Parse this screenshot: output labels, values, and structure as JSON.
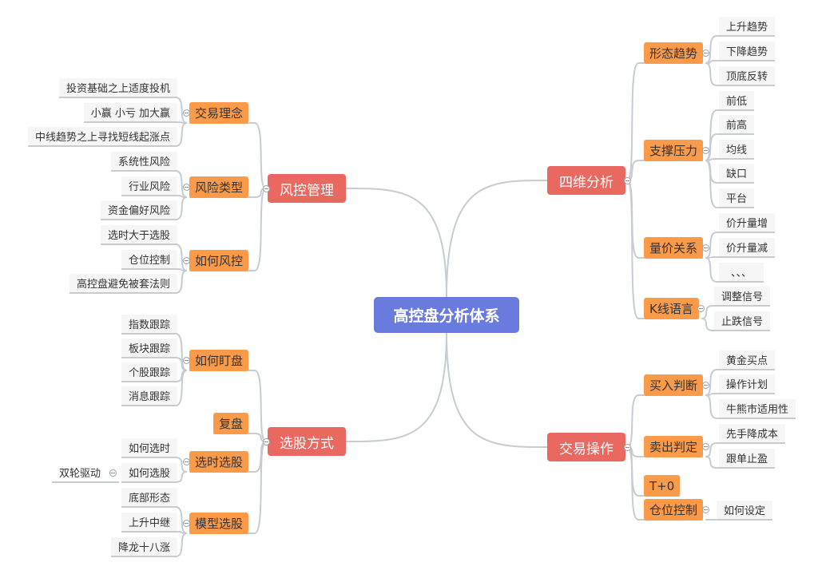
{
  "root": "高控盘分析体系",
  "colors": {
    "root": "#6a7be0",
    "main": "#e9685f",
    "sub": "#fb9a48",
    "line": "#c6ccd1"
  },
  "left": {
    "risk": {
      "label": "风控管理",
      "idea": {
        "label": "交易理念",
        "items": [
          "投资基础之上适度投机",
          "小赢 小亏 加大赢",
          "中线趋势之上寻找短线起涨点"
        ]
      },
      "types": {
        "label": "风险类型",
        "items": [
          "系统性风险",
          "行业风险",
          "资金偏好风险"
        ]
      },
      "how": {
        "label": "如何风控",
        "items": [
          "选时大于选股",
          "仓位控制",
          "高控盘避免被套法则"
        ]
      }
    },
    "pick": {
      "label": "选股方式",
      "watch": {
        "label": "如何盯盘",
        "items": [
          "指数跟踪",
          "板块跟踪",
          "个股跟踪",
          "消息跟踪"
        ]
      },
      "review": {
        "label": "复盘"
      },
      "timing": {
        "label": "选时选股",
        "items": [
          "如何选时",
          "如何选股"
        ],
        "sub": "双轮驱动"
      },
      "model": {
        "label": "模型选股",
        "items": [
          "底部形态",
          "上升中继",
          "降龙十八涨"
        ]
      }
    }
  },
  "right": {
    "analysis": {
      "label": "四维分析",
      "trend": {
        "label": "形态趋势",
        "items": [
          "上升趋势",
          "下降趋势",
          "顶底反转"
        ]
      },
      "support": {
        "label": "支撑压力",
        "items": [
          "前低",
          "前高",
          "均线",
          "缺口",
          "平台"
        ]
      },
      "volume": {
        "label": "量价关系",
        "items": [
          "价升量增",
          "价升量减",
          "、、、"
        ]
      },
      "kline": {
        "label": "K线语言",
        "items": [
          "调整信号",
          "止跌信号"
        ]
      }
    },
    "trade": {
      "label": "交易操作",
      "buy": {
        "label": "买入判断",
        "items": [
          "黄金买点",
          "操作计划",
          "牛熊市适用性"
        ]
      },
      "sell": {
        "label": "卖出判定",
        "items": [
          "先手降成本",
          "跟单止盈"
        ]
      },
      "t0": {
        "label": "T+0"
      },
      "position": {
        "label": "仓位控制",
        "items": [
          "如何设定"
        ]
      }
    }
  }
}
